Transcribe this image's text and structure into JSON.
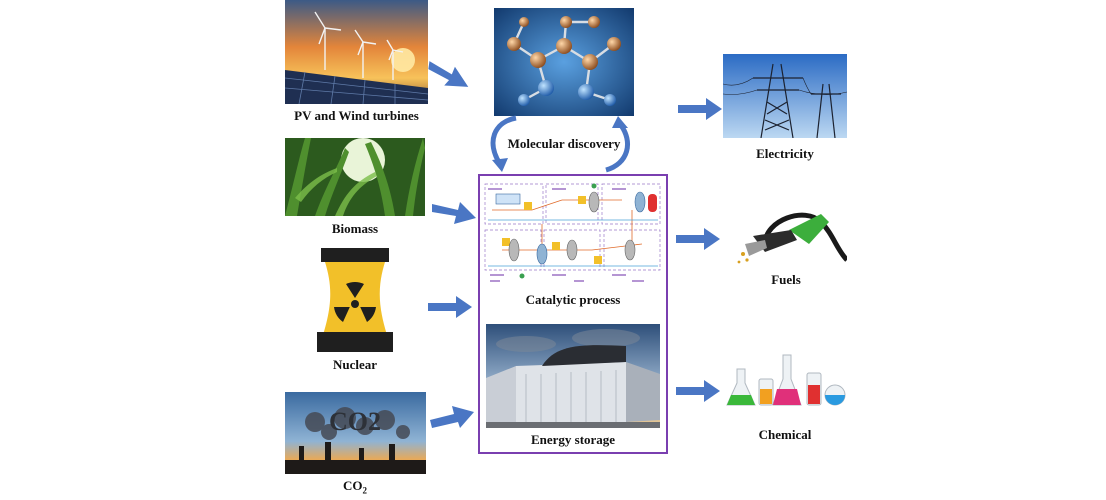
{
  "sources": {
    "pv_wind": "PV and Wind turbines",
    "biomass": "Biomass",
    "nuclear": "Nuclear",
    "co2_main": "CO",
    "co2_sub": "2",
    "co2_cloud_text": "CO2"
  },
  "center": {
    "molecular": "Molecular discovery",
    "catalytic": "Catalytic process",
    "storage": "Energy storage"
  },
  "outputs": {
    "electricity": "Electricity",
    "fuels": "Fuels",
    "chemical": "Chemical"
  },
  "colors": {
    "arrow": "#4a76c4",
    "box_border": "#7a3fb0",
    "label": "#111111"
  }
}
